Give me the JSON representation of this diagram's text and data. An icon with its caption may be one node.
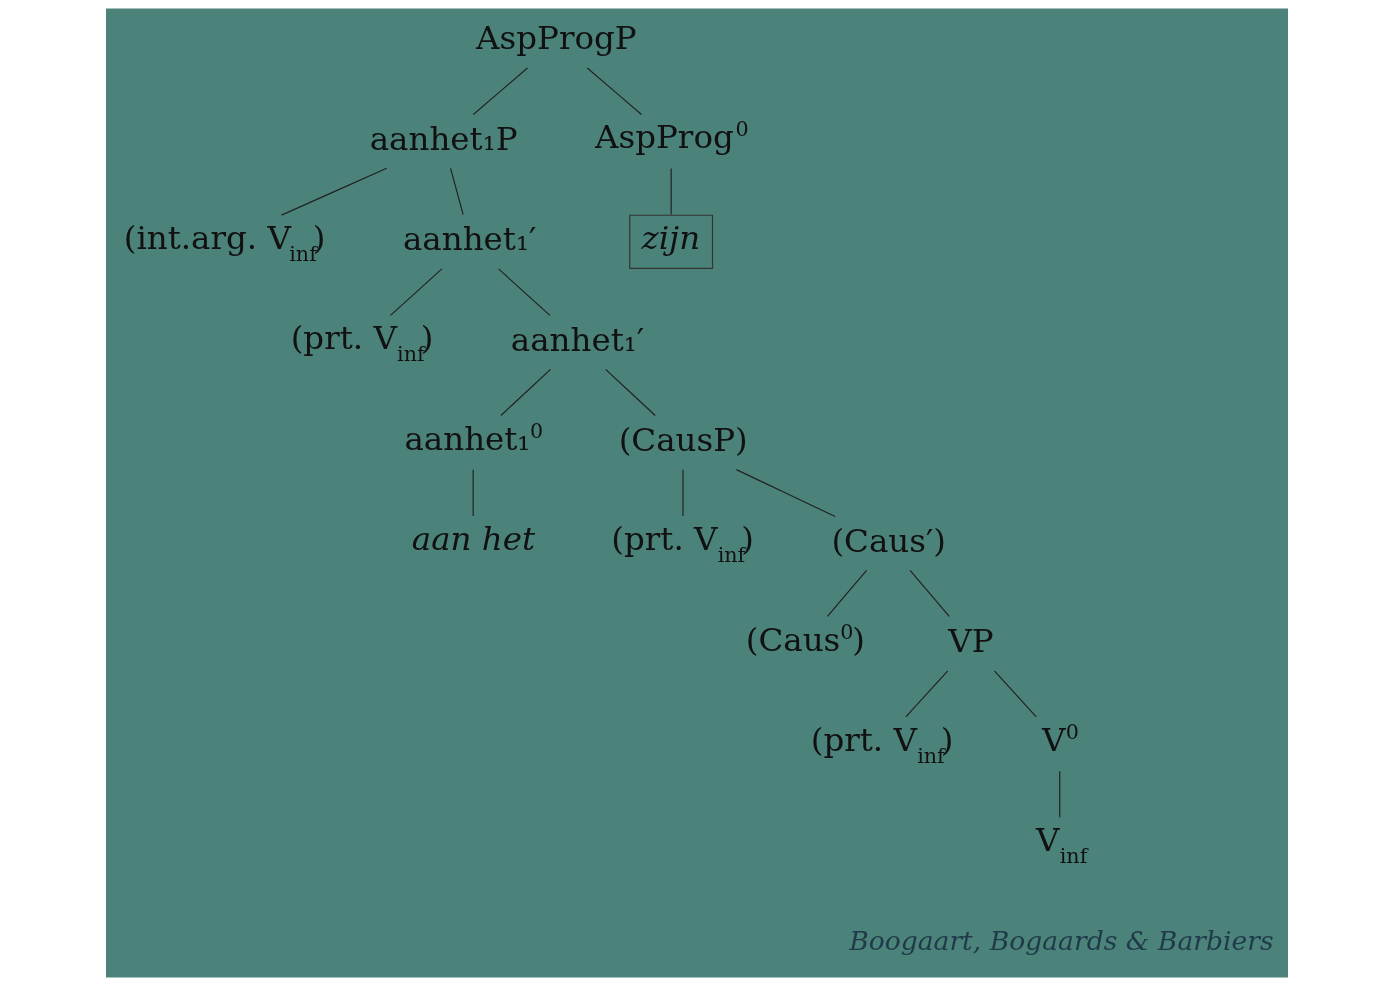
{
  "diagram": {
    "nodes": [
      {
        "text": [
          "AspProgP"
        ]
      },
      {
        "text": [
          "aanhet₁P"
        ]
      },
      {
        "text": [
          "AspProg$^{0}$"
        ]
      },
      {
        "text": [
          "(int.arg. V$_{inf}$)"
        ]
      },
      {
        "text": [
          "aanhet₁′"
        ]
      },
      {
        "text": [
          "zijn"
        ]
      },
      {
        "text": [
          "(prt. V$_{inf}$)"
        ]
      },
      {
        "text": [
          "aanhet₁′"
        ]
      },
      {
        "text": [
          "aanhet₁$^{0}$"
        ]
      },
      {
        "text": [
          "(CausP)"
        ]
      },
      {
        "text": [
          "aan het"
        ]
      },
      {
        "text": [
          "(prt. V$_{inf}$)"
        ]
      },
      {
        "text": [
          "(Caus′)"
        ]
      },
      {
        "text": [
          "(Caus$^{0}$)"
        ]
      },
      {
        "text": [
          "VP"
        ]
      },
      {
        "text": [
          "(prt. V$_{inf}$)"
        ]
      },
      {
        "text": [
          "V$^{0}$"
        ]
      },
      {
        "text": [
          "V$_{inf}$"
        ]
      }
    ],
    "edges": [
      {
        "from": 0,
        "to": 1,
        "arrow": "none"
      },
      {
        "from": 0,
        "to": 2,
        "arrow": "none"
      },
      {
        "from": 1,
        "to": 3,
        "arrow": "none"
      },
      {
        "from": 1,
        "to": 4,
        "arrow": "none"
      },
      {
        "from": 2,
        "to": 5,
        "arrow": "none"
      },
      {
        "from": 4,
        "to": 6,
        "arrow": "none"
      },
      {
        "from": 4,
        "to": 7,
        "arrow": "none"
      },
      {
        "from": 7,
        "to": 8,
        "arrow": "none"
      },
      {
        "from": 7,
        "to": 9,
        "arrow": "none"
      },
      {
        "from": 8,
        "to": 10,
        "arrow": "none"
      },
      {
        "from": 9,
        "to": 11,
        "arrow": "none"
      },
      {
        "from": 9,
        "to": 12,
        "arrow": "none"
      },
      {
        "from": 12,
        "to": 13,
        "arrow": "none"
      },
      {
        "from": 12,
        "to": 14,
        "arrow": "none"
      },
      {
        "from": 14,
        "to": 15,
        "arrow": "none"
      },
      {
        "from": 14,
        "to": 16,
        "arrow": "none"
      },
      {
        "from": 16,
        "to": 17,
        "arrow": "none"
      }
    ],
    "labels": [
      "Boogaart, Bogaards & Barbiers"
    ]
  }
}
